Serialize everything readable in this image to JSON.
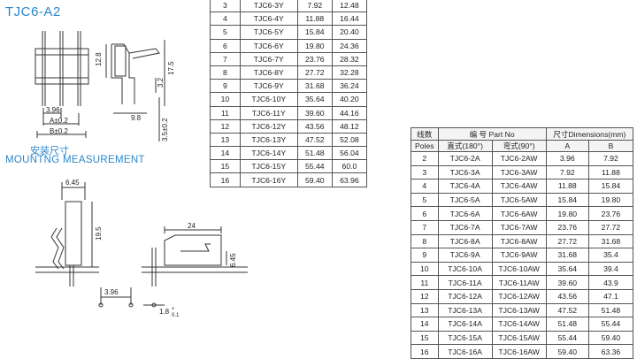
{
  "title": "TJC6-A2",
  "mount_cn": "安装尺寸",
  "mount_en": "MOUNTNG MEASUREMENT",
  "dims": {
    "d396": "3.96",
    "a": "A±0.2",
    "b": "B±0.2",
    "d128": "12.8",
    "d175": "17.5",
    "d32": "3.2",
    "d98": "9.8",
    "d35": "3.5±0.2",
    "d645a": "6.45",
    "d195": "19.5",
    "d24": "24",
    "d645b": "6.45",
    "d396b": "3.96",
    "d18": "1.8",
    "d18tol_up": "+",
    "d18tol_dn": "0.1"
  },
  "table1": {
    "rows": [
      [
        "3",
        "TJC6-3Y",
        "7.92",
        "12.48"
      ],
      [
        "4",
        "TJC6-4Y",
        "11.88",
        "16.44"
      ],
      [
        "5",
        "TJC6-5Y",
        "15.84",
        "20.40"
      ],
      [
        "6",
        "TJC6-6Y",
        "19.80",
        "24.36"
      ],
      [
        "7",
        "TJC6-7Y",
        "23.76",
        "28.32"
      ],
      [
        "8",
        "TJC6-8Y",
        "27.72",
        "32.28"
      ],
      [
        "9",
        "TJC6-9Y",
        "31.68",
        "36.24"
      ],
      [
        "10",
        "TJC6-10Y",
        "35.64",
        "40.20"
      ],
      [
        "11",
        "TJC6-11Y",
        "39.60",
        "44.16"
      ],
      [
        "12",
        "TJC6-12Y",
        "43.56",
        "48.12"
      ],
      [
        "13",
        "TJC6-13Y",
        "47.52",
        "52.08"
      ],
      [
        "14",
        "TJC6-14Y",
        "51.48",
        "56.04"
      ],
      [
        "15",
        "TJC6-15Y",
        "55.44",
        "60.0"
      ],
      [
        "16",
        "TJC6-16Y",
        "59.40",
        "63.96"
      ]
    ]
  },
  "table2": {
    "h_poles_cn": "线数",
    "h_poles_en": "Poles",
    "h_part_cn": "编 号",
    "h_part_en": "Part No",
    "h_dim_cn": "尺寸",
    "h_dim_en": "Dimensions(mm)",
    "h_straight": "直式(180°)",
    "h_right": "弯式(90°)",
    "h_a": "A",
    "h_b": "B",
    "rows": [
      [
        "2",
        "TJC6-2A",
        "TJC6-2AW",
        "3.96",
        "7.92"
      ],
      [
        "3",
        "TJC6-3A",
        "TJC6-3AW",
        "7.92",
        "11.88"
      ],
      [
        "4",
        "TJC6-4A",
        "TJC6-4AW",
        "11.88",
        "15.84"
      ],
      [
        "5",
        "TJC6-5A",
        "TJC6-5AW",
        "15.84",
        "19.80"
      ],
      [
        "6",
        "TJC6-6A",
        "TJC6-6AW",
        "19.80",
        "23.76"
      ],
      [
        "7",
        "TJC6-7A",
        "TJC6-7AW",
        "23.76",
        "27.72"
      ],
      [
        "8",
        "TJC6-8A",
        "TJC6-8AW",
        "27.72",
        "31.68"
      ],
      [
        "9",
        "TJC6-9A",
        "TJC6-9AW",
        "31.68",
        "35.4"
      ],
      [
        "10",
        "TJC6-10A",
        "TJC6-10AW",
        "35.64",
        "39.4"
      ],
      [
        "11",
        "TJC6-11A",
        "TJC6-11AW",
        "39.60",
        "43.9"
      ],
      [
        "12",
        "TJC6-12A",
        "TJC6-12AW",
        "43.56",
        "47.1"
      ],
      [
        "13",
        "TJC6-13A",
        "TJC6-13AW",
        "47.52",
        "51.48"
      ],
      [
        "14",
        "TJC6-14A",
        "TJC6-14AW",
        "51.48",
        "55.44"
      ],
      [
        "15",
        "TJC6-15A",
        "TJC6-15AW",
        "55.44",
        "59.40"
      ],
      [
        "16",
        "TJC6-16A",
        "TJC6-16AW",
        "59.40",
        "63.36"
      ]
    ]
  }
}
